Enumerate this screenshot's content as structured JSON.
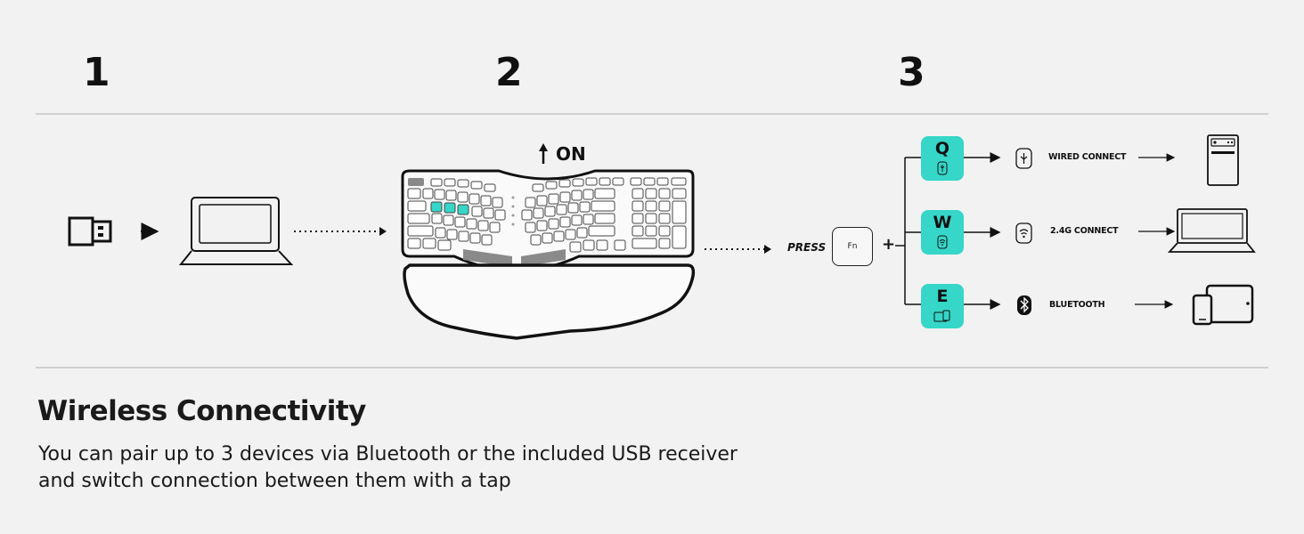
{
  "steps": {
    "s1": "1",
    "s2": "2",
    "s3": "3"
  },
  "power_label": "ON",
  "press_label": "PRESS",
  "fn_key": "Fn",
  "plus": "+",
  "modes": [
    {
      "key": "Q",
      "label": "WIRED CONNECT",
      "icon": "usb-icon",
      "device": "desktop-tower-icon"
    },
    {
      "key": "W",
      "label": "2.4G CONNECT",
      "icon": "wifi-icon",
      "device": "laptop-icon"
    },
    {
      "key": "E",
      "label": "BLUETOOTH",
      "icon": "bluetooth-icon",
      "device": "tablet-phone-icon"
    }
  ],
  "heading": "Wireless Connectivity",
  "description": {
    "line1": "You can pair up to 3 devices via Bluetooth or the included USB receiver",
    "line2": "and switch connection between them with a tap"
  },
  "colors": {
    "accent": "#36d6c8",
    "background": "#f2f2f2",
    "line": "#111111"
  }
}
